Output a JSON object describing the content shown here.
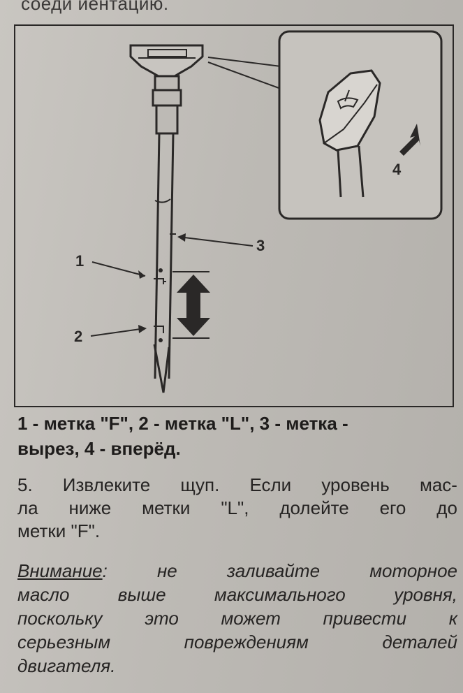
{
  "page": {
    "top_fragment": "соеди                                         иентацию."
  },
  "figure": {
    "callouts": {
      "one": "1",
      "two": "2",
      "three": "3",
      "four": "4"
    }
  },
  "caption": {
    "line1": "1 - метка \"F\", 2 - метка \"L\", 3 - метка -",
    "line2": "вырез, 4 - вперёд."
  },
  "step5": {
    "line1": [
      "5.",
      "Извлеките",
      "щуп.",
      "Если",
      "уровень",
      "мас-"
    ],
    "line2": [
      "ла",
      "ниже",
      "метки",
      "\"L\",",
      "долейте",
      "его",
      "до"
    ],
    "line3": "метки \"F\"."
  },
  "warning": {
    "label": "Внимание",
    "line1_rest": [
      "не",
      "заливайте",
      "моторное"
    ],
    "line2": [
      "масло",
      "выше",
      "максимального",
      "уровня,"
    ],
    "line3": [
      "поскольку",
      "это",
      "может",
      "привести",
      "к"
    ],
    "line4": [
      "серьезным",
      "повреждениям",
      "деталей"
    ],
    "line5": "двигателя."
  }
}
